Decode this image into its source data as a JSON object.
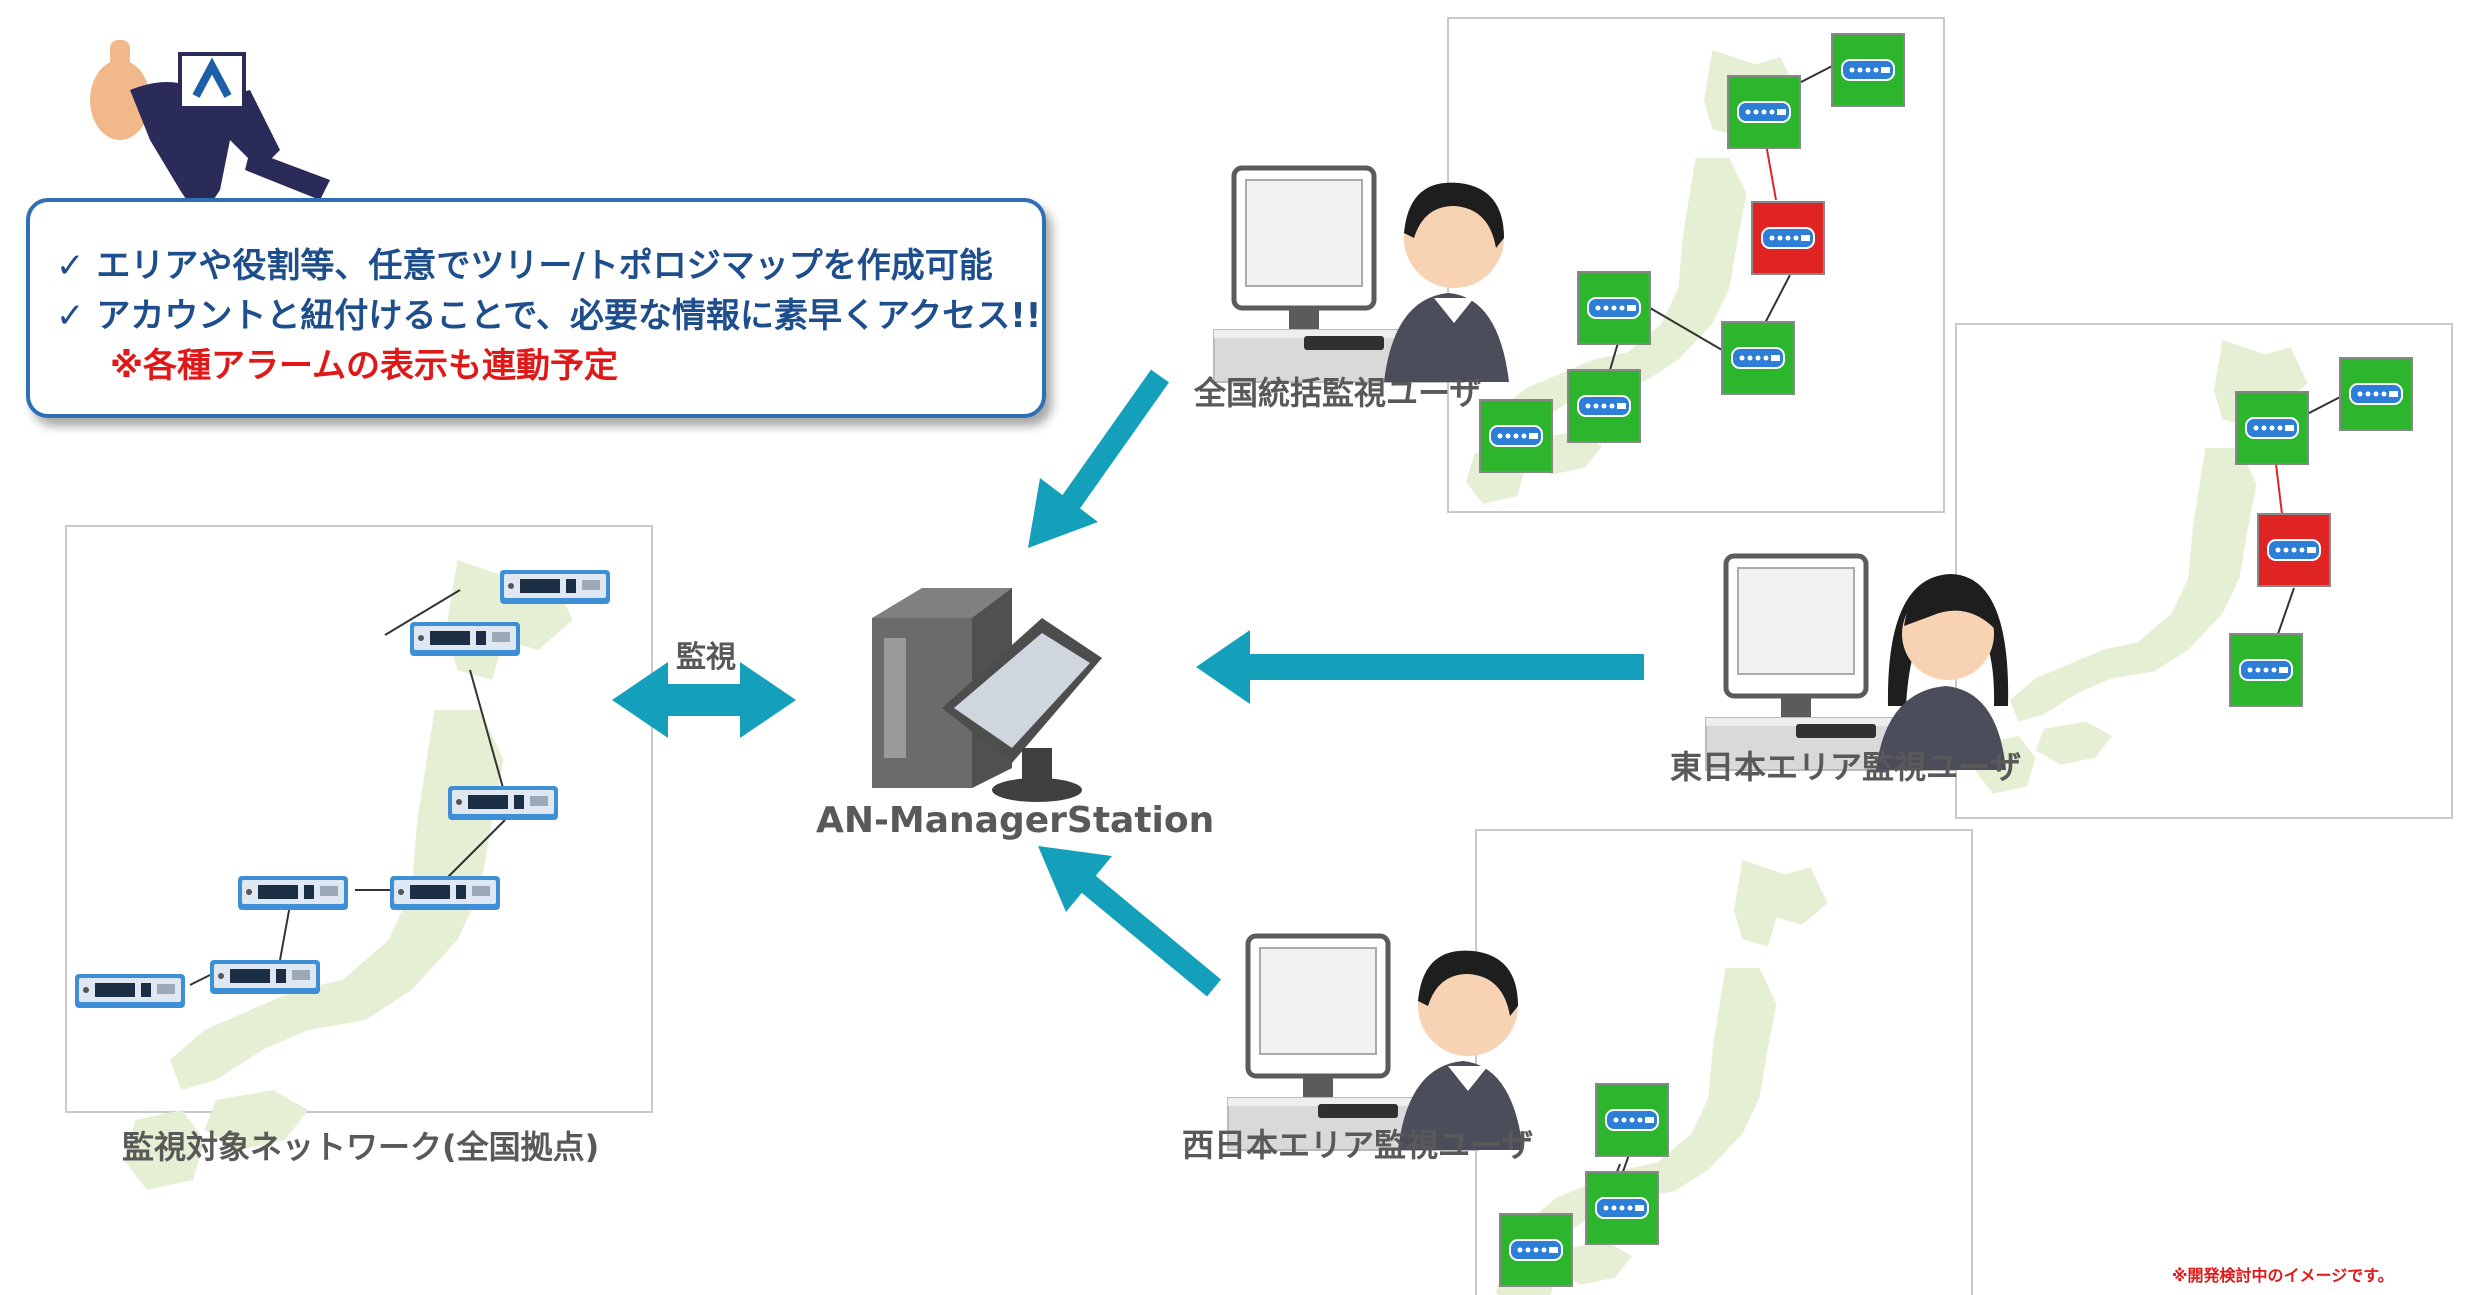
{
  "callout": {
    "line1": "✓ エリアや役割等、任意でツリー/トポロジマップを作成可能",
    "line2": "✓ アカウントと紐付けることで、必要な情報に素早くアクセス!!",
    "line3": "※各種アラームの表示も連動予定"
  },
  "labels": {
    "monitoring_arrow": "監視",
    "server": "AN-ManagerStation",
    "target_network": "監視対象ネットワーク(全国拠点)",
    "user_national": "全国統括監視ユーザ",
    "user_east": "東日本エリア監視ユーザ",
    "user_west": "西日本エリア監視ユーザ"
  },
  "footnote": "※開発検討中のイメージです。",
  "colors": {
    "arrow": "#14a0bb",
    "node_ok": "#2db52d",
    "node_alarm": "#e02323",
    "map_land": "#e4efd3",
    "callout_border": "#2f6fb4"
  }
}
